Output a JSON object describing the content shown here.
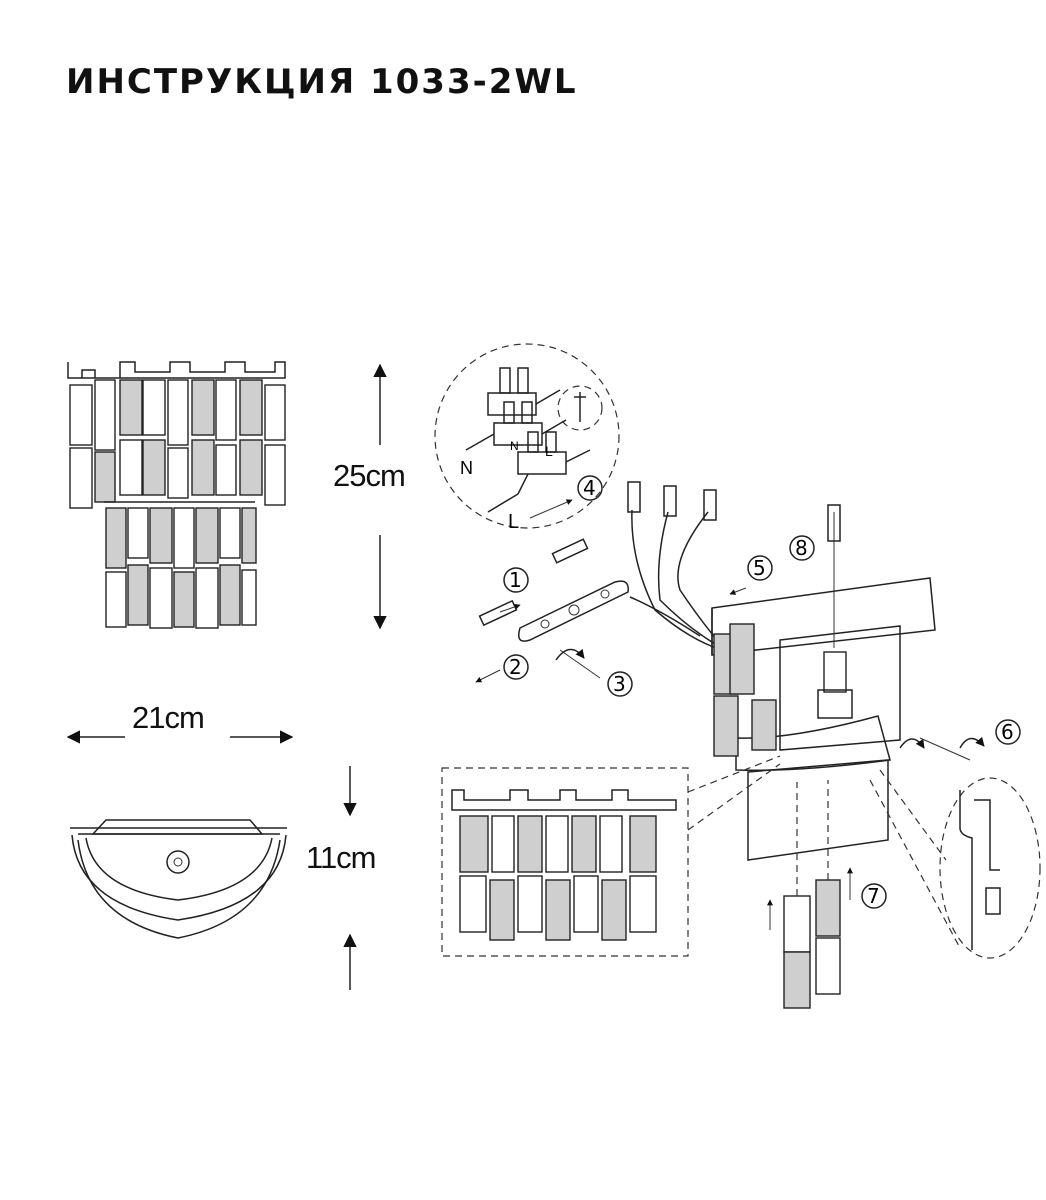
{
  "title": "ИНСТРУКЦИЯ 1033-2WL",
  "dimensions": {
    "height": "25cm",
    "width": "21cm",
    "depth": "11cm"
  },
  "wiring_labels": {
    "neutral_1": "N",
    "neutral_2": "N",
    "live_1": "L",
    "live_2": "L"
  },
  "steps": [
    "1",
    "2",
    "3",
    "4",
    "5",
    "6",
    "7",
    "8"
  ]
}
